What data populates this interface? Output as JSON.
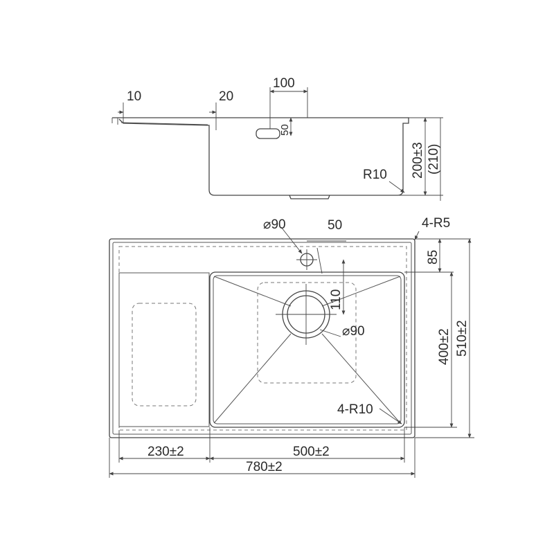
{
  "side_view": {
    "dim_10": "10",
    "dim_20": "20",
    "dim_100": "100",
    "dim_50": "50",
    "dim_height": "200±3",
    "dim_height_ref": "(210)",
    "dim_radius": "R10"
  },
  "top_view": {
    "dim_tap_hole": "⌀90",
    "dim_tap_offset": "50",
    "dim_corner_radius": "4-R5",
    "dim_back_margin": "85",
    "dim_drain_offset": "110",
    "dim_drain": "⌀90",
    "dim_bowl_depth": "400±2",
    "dim_total_depth": "510±2",
    "dim_bowl_radius": "4-R10",
    "dim_drainboard_width": "230±2",
    "dim_bowl_width": "500±2",
    "dim_total_width": "780±2"
  }
}
